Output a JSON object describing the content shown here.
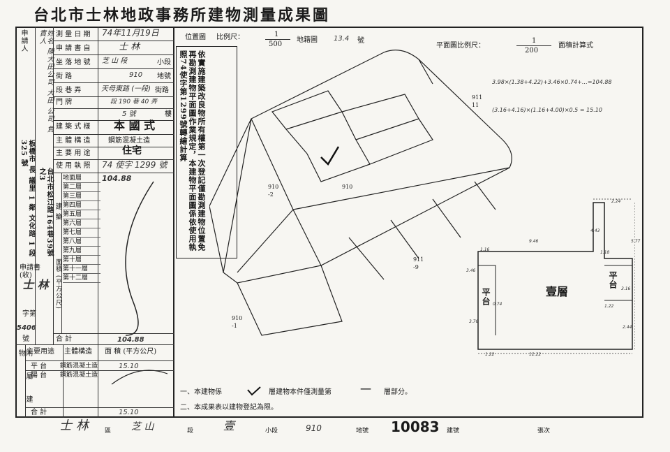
{
  "title": "台北市士林地政事務所建物測量成果圖",
  "left_col_applicant": "申請人",
  "left_col_owner": "姓名 陳大田公司 大田 公司 負責人",
  "left_col_address": "板橋市 長 議里 1 鄰 文化路 1 段 325 號",
  "left_col_building_addr": "台北市松江路164巷39號之3",
  "left_col_receipt_label": "申請書 (收)",
  "left_col_receipt_place": "士 林",
  "left_col_receipt_word": "字第",
  "left_col_receipt_no": "5406",
  "left_col_receipt_unit": "號",
  "rows": {
    "survey_date_label": "測 量 日 期",
    "survey_date": "74年11月19日",
    "application_label": "申 請 書 自",
    "application_value": "士 林",
    "location_label": "坐 落 地 號",
    "district": "芝 山 段",
    "section_label": "小段",
    "parcel_no": "910",
    "parcel_label": "地號",
    "street_label": "街 路",
    "street_value": "天母東路 (一段)",
    "street_suffix": "街路",
    "lane_label": "段 巷 弄",
    "lane_value": "段 190 巷 40 弄",
    "door_label": "門 牌",
    "door_value": "5 號",
    "floor_suffix": "樓",
    "style_label": "建 築 式 樣",
    "style_value": "本 國 式",
    "structure_label": "主 體 構 造",
    "structure_value": "鋼筋混凝土造",
    "use_label": "主 要 用 途",
    "use_value": "住宅",
    "permit_label": "使 用 執 照",
    "permit_value": "74 使字 1299 號",
    "area_ground": "104.88",
    "floors": [
      "地面層",
      "第二層",
      "第三層",
      "第四層",
      "第五層",
      "第六層",
      "第七層",
      "第八層",
      "第九層",
      "第十層",
      "第十一層",
      "第十二層"
    ],
    "area_label": "面積 (平方公尺)",
    "total_label": "合 計",
    "total_value": "104.88",
    "building_label": "建 築"
  },
  "attached": {
    "header_use": "主要用途",
    "header_structure": "主體構造",
    "header_area": "面 積 (平方公尺)",
    "side_label": "附 屬 建 物",
    "row1_use": "平 台",
    "row1_structure": "鋼筋混凝土造",
    "row1_area": "15.10",
    "row2_use": "陽 台",
    "row2_structure": "鋼筋混凝土造",
    "total_label": "合 計",
    "total_area": "15.10"
  },
  "notice_box": "依實施建築改良物所有權第一次登記僅勘測建物位置免再勘測建物平面圖作業規定，本建物平面圖係依使用執照74使字第1299號轉繪計算",
  "position_map": {
    "label": "位置圖",
    "scale_label": "比例尺：",
    "scale_num": "1",
    "scale_den": "500",
    "map_label": "地籍圖",
    "map_no": "13.4",
    "map_suffix": "號",
    "parcel_911_11": "911\n11",
    "parcel_910_2": "910\n-2",
    "parcel_910": "910",
    "parcel_911_9": "911\n-9",
    "parcel_910_b": "910\n-1"
  },
  "plan": {
    "scale_label": "平面圖比例尺：",
    "scale_num": "1",
    "scale_den": "200",
    "area_calc_label": "面積計算式",
    "formula1": "3.98×(1.38+4.22)+3.46×0.74+…=104.88",
    "formula2": "(3.16+4.16)×(1.16+4.00)×0.5 = 15.10",
    "floor_label": "壹層",
    "platform1": "平台",
    "platform2": "平台",
    "dims": [
      "2.24",
      "4.43",
      "5.77",
      "1.16",
      "9.46",
      "1.18",
      "3.46",
      "0.74",
      "3.76",
      "3.16",
      "1.22",
      "1.22",
      "2.44",
      "12.22"
    ]
  },
  "notes": {
    "line1a": "一、本建物係",
    "line1b": "層建物本件僅測量第",
    "line1c": "一",
    "line1d": "層部分。",
    "line2": "二、本成果表以建物登記為限。"
  },
  "footer": {
    "district_hand": "士 林",
    "district_label": "區",
    "section_hand": "芝 山",
    "section_label": "段",
    "subsection_hand": "壹",
    "subsection_label": "小段",
    "parcel_hand": "910",
    "parcel_label": "地號",
    "building_no": "10083",
    "building_label": "建號",
    "sheet_label": "張次"
  }
}
